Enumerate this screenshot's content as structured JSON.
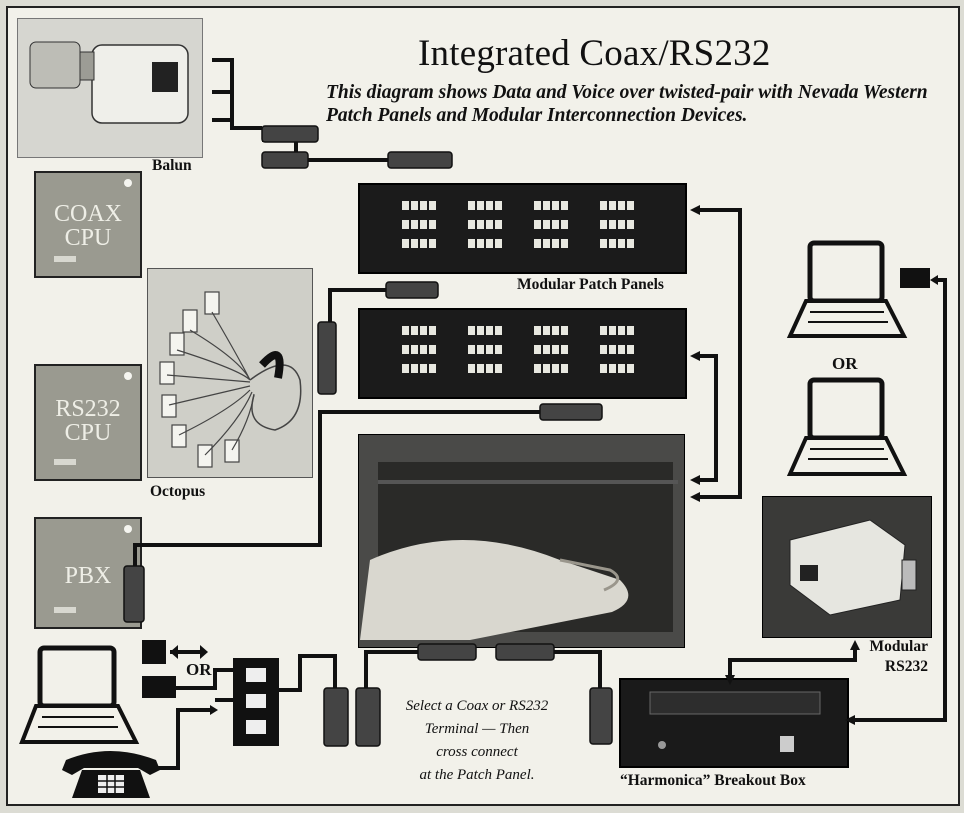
{
  "title": "Integrated Coax/RS232",
  "subtitle": "This diagram shows Data and Voice over twisted-pair with Nevada Western Patch Panels and Modular Interconnection Devices.",
  "cpu_units": [
    {
      "line1": "COAX",
      "line2": "CPU"
    },
    {
      "line1": "RS232",
      "line2": "CPU"
    },
    {
      "line1": "PBX",
      "line2": ""
    }
  ],
  "labels": {
    "balun": "Balun",
    "octopus": "Octopus",
    "patch_panels": "Modular Patch Panels",
    "or_right": "OR",
    "or_left": "OR",
    "modular_rs232_line1": "Modular",
    "modular_rs232_line2": "RS232",
    "harmonica": "“Harmonica” Breakout Box"
  },
  "instruction": {
    "line1": "Select a Coax or RS232",
    "line2": "Terminal — Then",
    "line3": "cross connect",
    "line4": "at the Patch Panel."
  },
  "colors": {
    "background": "#f2f1ea",
    "cable": "#111111",
    "cpu_fill": "#9a9a90",
    "panel": "#1b1b1b"
  }
}
